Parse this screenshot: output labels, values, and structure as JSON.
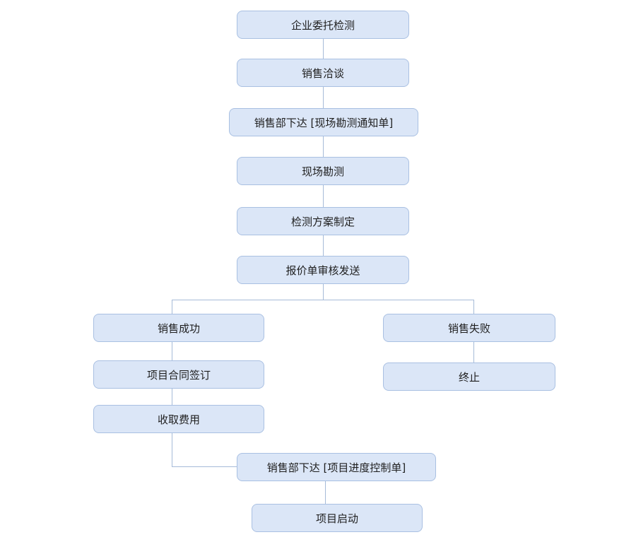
{
  "colors": {
    "node_fill": "#dbe6f7",
    "node_border": "#a9c0e2",
    "connector": "#a6bbd8",
    "text": "#1f1f1f",
    "background": "#ffffff"
  },
  "diagram": {
    "type": "flowchart",
    "direction": "top-down",
    "nodes": [
      {
        "id": "enterprise-commission-testing",
        "label": "企业委托检测"
      },
      {
        "id": "sales-negotiation",
        "label": "销售洽谈"
      },
      {
        "id": "survey-notice-issue",
        "label": "销售部下达 [现场勘测通知单]"
      },
      {
        "id": "site-survey",
        "label": "现场勘测"
      },
      {
        "id": "test-plan-formulation",
        "label": "检测方案制定"
      },
      {
        "id": "quotation-review-send",
        "label": "报价单审核发送"
      },
      {
        "id": "sales-success",
        "label": "销售成功"
      },
      {
        "id": "sales-failure",
        "label": "销售失败"
      },
      {
        "id": "contract-signing",
        "label": "项目合同签订"
      },
      {
        "id": "terminate",
        "label": "终止"
      },
      {
        "id": "fee-collection",
        "label": "收取费用"
      },
      {
        "id": "progress-control-issue",
        "label": "销售部下达 [项目进度控制单]"
      },
      {
        "id": "project-launch",
        "label": "项目启动"
      }
    ],
    "edges": [
      {
        "from": "enterprise-commission-testing",
        "to": "sales-negotiation"
      },
      {
        "from": "sales-negotiation",
        "to": "survey-notice-issue"
      },
      {
        "from": "survey-notice-issue",
        "to": "site-survey"
      },
      {
        "from": "site-survey",
        "to": "test-plan-formulation"
      },
      {
        "from": "test-plan-formulation",
        "to": "quotation-review-send"
      },
      {
        "from": "quotation-review-send",
        "to": "sales-success"
      },
      {
        "from": "quotation-review-send",
        "to": "sales-failure"
      },
      {
        "from": "sales-success",
        "to": "contract-signing"
      },
      {
        "from": "sales-failure",
        "to": "terminate"
      },
      {
        "from": "contract-signing",
        "to": "fee-collection"
      },
      {
        "from": "fee-collection",
        "to": "progress-control-issue"
      },
      {
        "from": "progress-control-issue",
        "to": "project-launch"
      }
    ]
  }
}
